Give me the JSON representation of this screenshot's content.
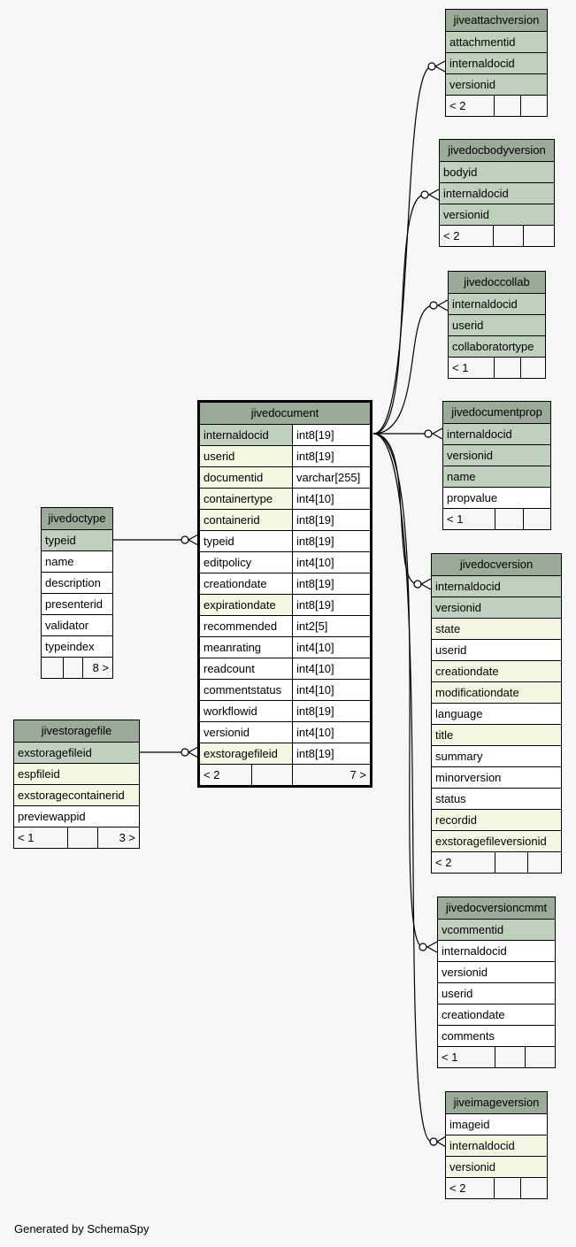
{
  "footer_text": "Generated by SchemaSpy",
  "tables": {
    "jivedocument": {
      "name": "jivedocument",
      "columns": [
        {
          "name": "internaldocid",
          "type": "int8[19]",
          "style": "pk"
        },
        {
          "name": "userid",
          "type": "int8[19]",
          "style": "idx"
        },
        {
          "name": "documentid",
          "type": "varchar[255]",
          "style": "idx"
        },
        {
          "name": "containertype",
          "type": "int4[10]",
          "style": "idx"
        },
        {
          "name": "containerid",
          "type": "int8[19]",
          "style": "idx"
        },
        {
          "name": "typeid",
          "type": "int8[19]",
          "style": "plain"
        },
        {
          "name": "editpolicy",
          "type": "int4[10]",
          "style": "plain"
        },
        {
          "name": "creationdate",
          "type": "int8[19]",
          "style": "plain"
        },
        {
          "name": "expirationdate",
          "type": "int8[19]",
          "style": "idx"
        },
        {
          "name": "recommended",
          "type": "int2[5]",
          "style": "plain"
        },
        {
          "name": "meanrating",
          "type": "int4[10]",
          "style": "plain"
        },
        {
          "name": "readcount",
          "type": "int4[10]",
          "style": "plain"
        },
        {
          "name": "commentstatus",
          "type": "int4[10]",
          "style": "plain"
        },
        {
          "name": "workflowid",
          "type": "int8[19]",
          "style": "plain"
        },
        {
          "name": "versionid",
          "type": "int4[10]",
          "style": "plain"
        },
        {
          "name": "exstoragefileid",
          "type": "int8[19]",
          "style": "idx"
        }
      ],
      "footer": [
        "< 2",
        "",
        "7 >"
      ]
    },
    "jivedoctype": {
      "name": "jivedoctype",
      "columns": [
        {
          "name": "typeid",
          "style": "pk"
        },
        {
          "name": "name",
          "style": "plain"
        },
        {
          "name": "description",
          "style": "plain"
        },
        {
          "name": "presenterid",
          "style": "plain"
        },
        {
          "name": "validator",
          "style": "plain"
        },
        {
          "name": "typeindex",
          "style": "plain"
        }
      ],
      "footer": [
        "",
        "",
        "8 >"
      ]
    },
    "jivestoragefile": {
      "name": "jivestoragefile",
      "columns": [
        {
          "name": "exstoragefileid",
          "style": "pk"
        },
        {
          "name": "espfileid",
          "style": "idx"
        },
        {
          "name": "exstoragecontainerid",
          "style": "idx"
        },
        {
          "name": "previewappid",
          "style": "plain"
        }
      ],
      "footer": [
        "< 1",
        "",
        "3 >"
      ]
    },
    "jiveattachversion": {
      "name": "jiveattachversion",
      "columns": [
        {
          "name": "attachmentid",
          "style": "pk"
        },
        {
          "name": "internaldocid",
          "style": "pk"
        },
        {
          "name": "versionid",
          "style": "pk"
        }
      ],
      "footer": [
        "< 2",
        "",
        ""
      ]
    },
    "jivedocbodyversion": {
      "name": "jivedocbodyversion",
      "columns": [
        {
          "name": "bodyid",
          "style": "pk"
        },
        {
          "name": "internaldocid",
          "style": "pk"
        },
        {
          "name": "versionid",
          "style": "pk"
        }
      ],
      "footer": [
        "< 2",
        "",
        ""
      ]
    },
    "jivedoccollab": {
      "name": "jivedoccollab",
      "columns": [
        {
          "name": "internaldocid",
          "style": "pk"
        },
        {
          "name": "userid",
          "style": "pk"
        },
        {
          "name": "collaboratortype",
          "style": "pk"
        }
      ],
      "footer": [
        "< 1",
        "",
        ""
      ]
    },
    "jivedocumentprop": {
      "name": "jivedocumentprop",
      "columns": [
        {
          "name": "internaldocid",
          "style": "pk"
        },
        {
          "name": "versionid",
          "style": "pk"
        },
        {
          "name": "name",
          "style": "pk"
        },
        {
          "name": "propvalue",
          "style": "plain"
        }
      ],
      "footer": [
        "< 1",
        "",
        ""
      ]
    },
    "jivedocversion": {
      "name": "jivedocversion",
      "columns": [
        {
          "name": "internaldocid",
          "style": "pk"
        },
        {
          "name": "versionid",
          "style": "pk"
        },
        {
          "name": "state",
          "style": "idx"
        },
        {
          "name": "userid",
          "style": "plain"
        },
        {
          "name": "creationdate",
          "style": "idx"
        },
        {
          "name": "modificationdate",
          "style": "idx"
        },
        {
          "name": "language",
          "style": "plain"
        },
        {
          "name": "title",
          "style": "idx"
        },
        {
          "name": "summary",
          "style": "plain"
        },
        {
          "name": "minorversion",
          "style": "plain"
        },
        {
          "name": "status",
          "style": "plain"
        },
        {
          "name": "recordid",
          "style": "idx"
        },
        {
          "name": "exstoragefileversionid",
          "style": "idx"
        }
      ],
      "footer": [
        "< 2",
        "",
        ""
      ]
    },
    "jivedocversioncmmt": {
      "name": "jivedocversioncmmt",
      "columns": [
        {
          "name": "vcommentid",
          "style": "pk"
        },
        {
          "name": "internaldocid",
          "style": "plain"
        },
        {
          "name": "versionid",
          "style": "plain"
        },
        {
          "name": "userid",
          "style": "plain"
        },
        {
          "name": "creationdate",
          "style": "plain"
        },
        {
          "name": "comments",
          "style": "plain"
        }
      ],
      "footer": [
        "< 1",
        "",
        ""
      ]
    },
    "jiveimageversion": {
      "name": "jiveimageversion",
      "columns": [
        {
          "name": "imageid",
          "style": "plain"
        },
        {
          "name": "internaldocid",
          "style": "idx"
        },
        {
          "name": "versionid",
          "style": "idx"
        }
      ],
      "footer": [
        "< 2",
        "",
        ""
      ]
    }
  },
  "colors": {
    "header": "#9aab98",
    "primary_key": "#bfd0bc",
    "indexed": "#f4f7e1",
    "plain": "#ffffff",
    "background": "#f7f7f7"
  }
}
